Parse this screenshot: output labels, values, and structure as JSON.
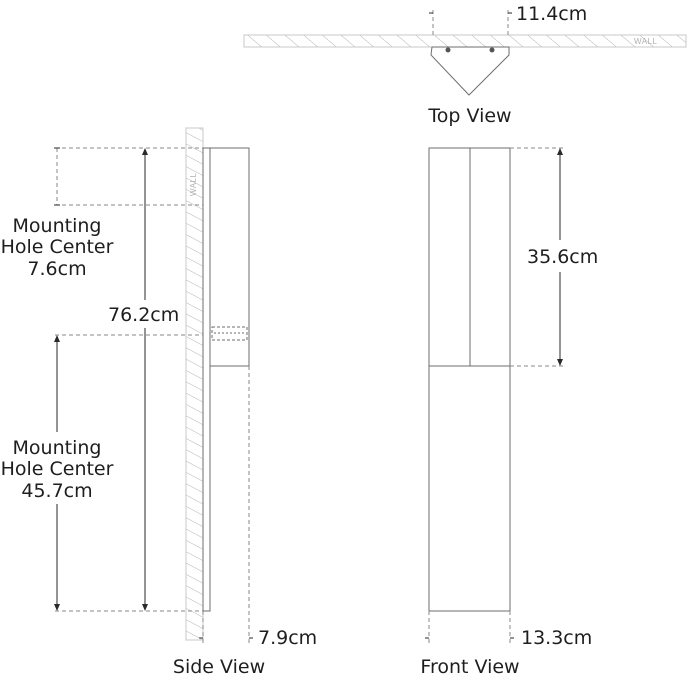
{
  "top_view": {
    "caption": "Top View",
    "width_dim": "11.4cm",
    "wall_label": "WALL"
  },
  "side_view": {
    "caption": "Side View",
    "height_dim": "76.2cm",
    "depth_dim": "7.9cm",
    "wall_label": "WALL",
    "hole_upper": {
      "line1": "Mounting",
      "line2": "Hole Center",
      "value": "7.6cm"
    },
    "hole_lower": {
      "line1": "Mounting",
      "line2": "Hole Center",
      "value": "45.7cm"
    }
  },
  "front_view": {
    "caption": "Front View",
    "upper_height_dim": "35.6cm",
    "width_dim": "13.3cm"
  },
  "colors": {
    "line": "#6e6e6e",
    "hatch": "#b4b4b4",
    "text": "#1e1e1e"
  }
}
